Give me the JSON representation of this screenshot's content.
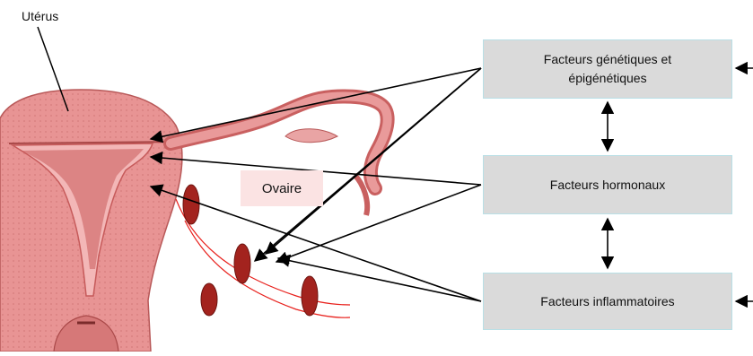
{
  "labels": {
    "uterus": "Utérus",
    "ovary": "Ovaire"
  },
  "factors": [
    {
      "id": "genetic",
      "text": "Facteurs génétiques et épigénétiques"
    },
    {
      "id": "hormonal",
      "text": "Facteurs hormonaux"
    },
    {
      "id": "inflammatory",
      "text": "Facteurs inflammatoires"
    }
  ],
  "colors": {
    "uterus_tissue": "#e89494",
    "uterus_shadow": "#c65a5a",
    "lesion_fill": "#a3231e",
    "lesion_stroke": "#6e1410",
    "box_fill": "#dadada",
    "box_border": "#b9dfe6",
    "arrow": "#000000",
    "red_line": "#e8201c",
    "ovary_label_bg": "#fbe3e3"
  }
}
